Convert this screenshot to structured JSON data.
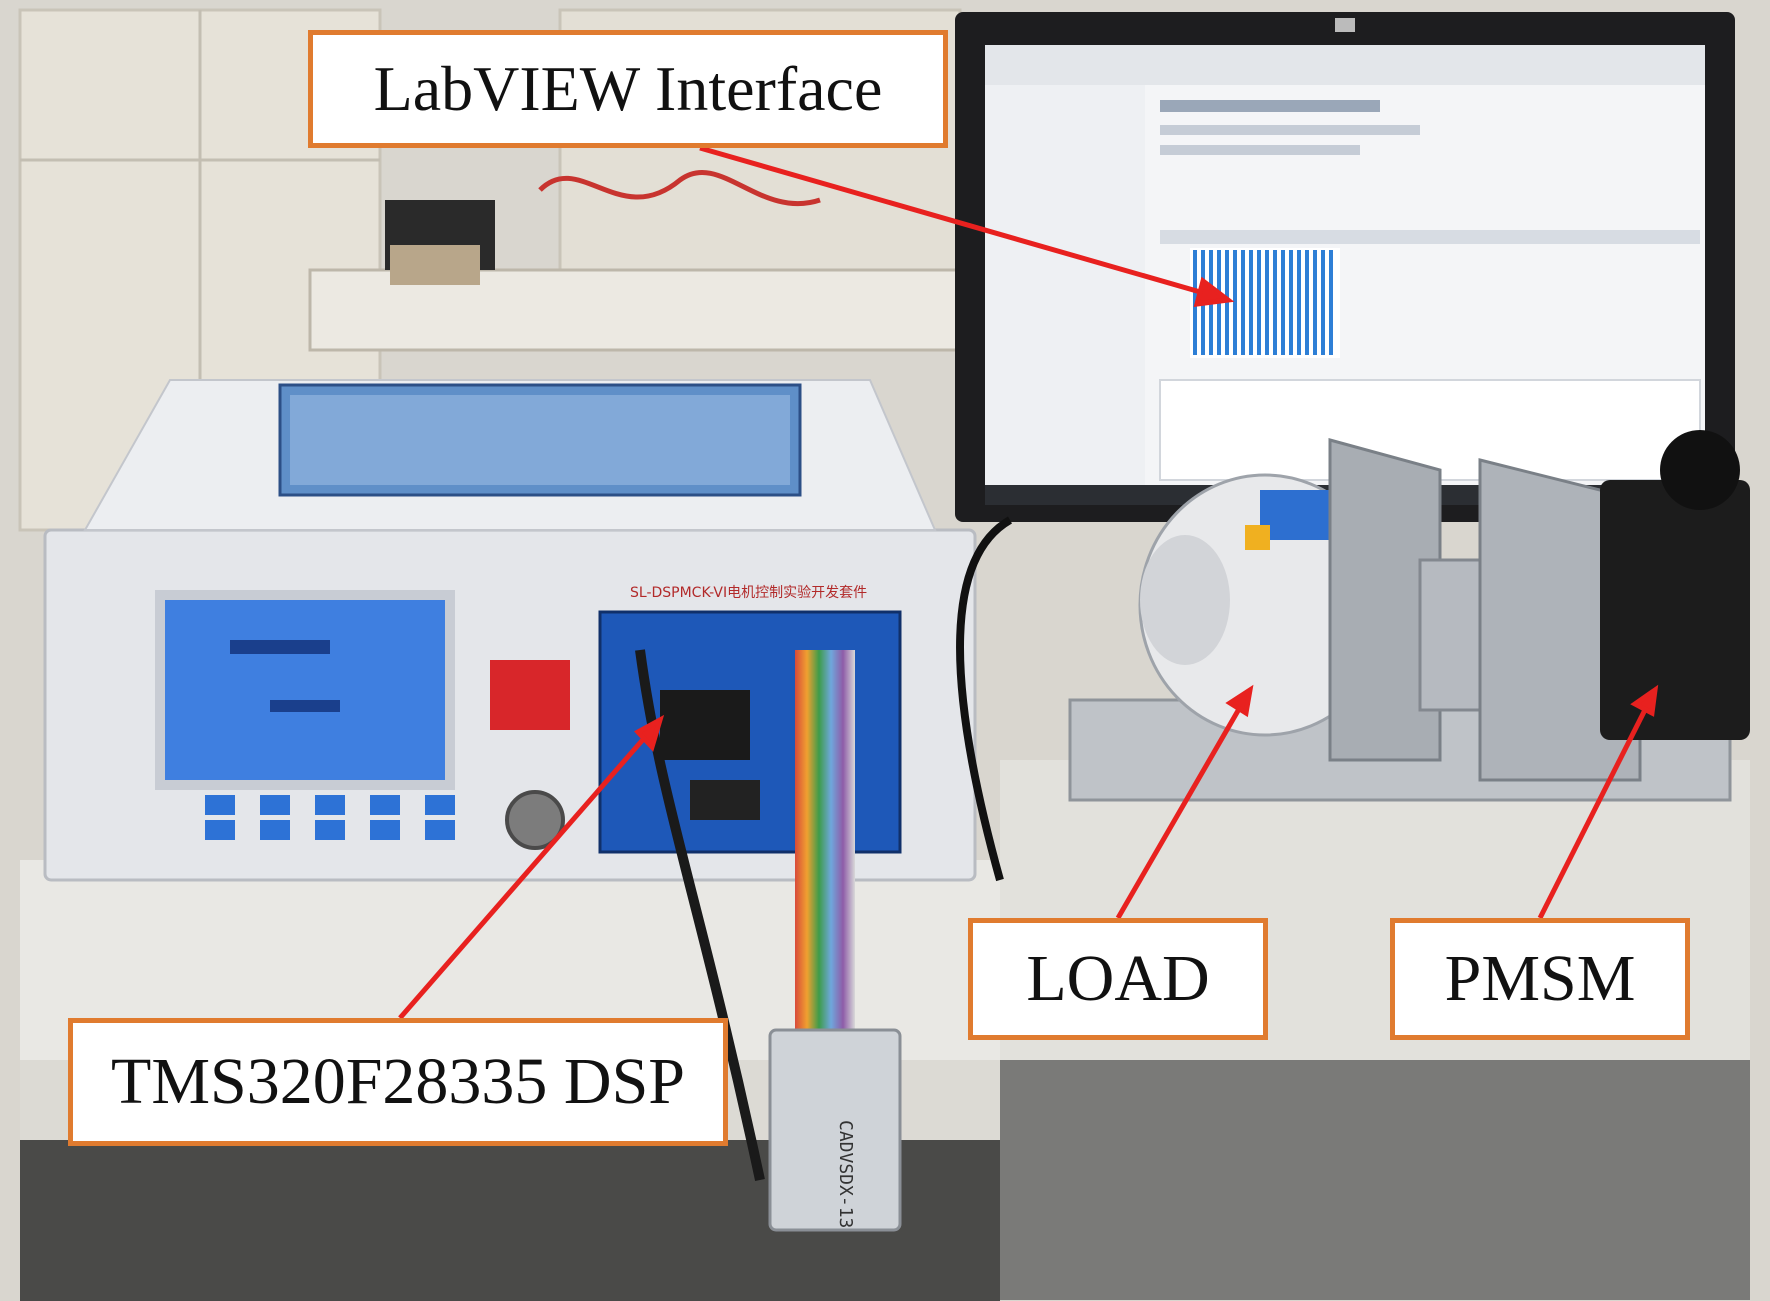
{
  "callouts": {
    "labview": "LabVIEW Interface",
    "dsp": "TMS320F28335 DSP",
    "load": "LOAD",
    "pmsm": "PMSM"
  },
  "device_text": {
    "panel_title": "SL-DSPMCK-VI电机控制实验开发套件",
    "emulator": "CADVSDX-13"
  },
  "colors": {
    "callout_border": "#e07b2f",
    "arrow": "#e8211f",
    "lcd": "#3f7fe0",
    "pcb": "#1e58b8",
    "waveform": "#2e7fd6"
  }
}
